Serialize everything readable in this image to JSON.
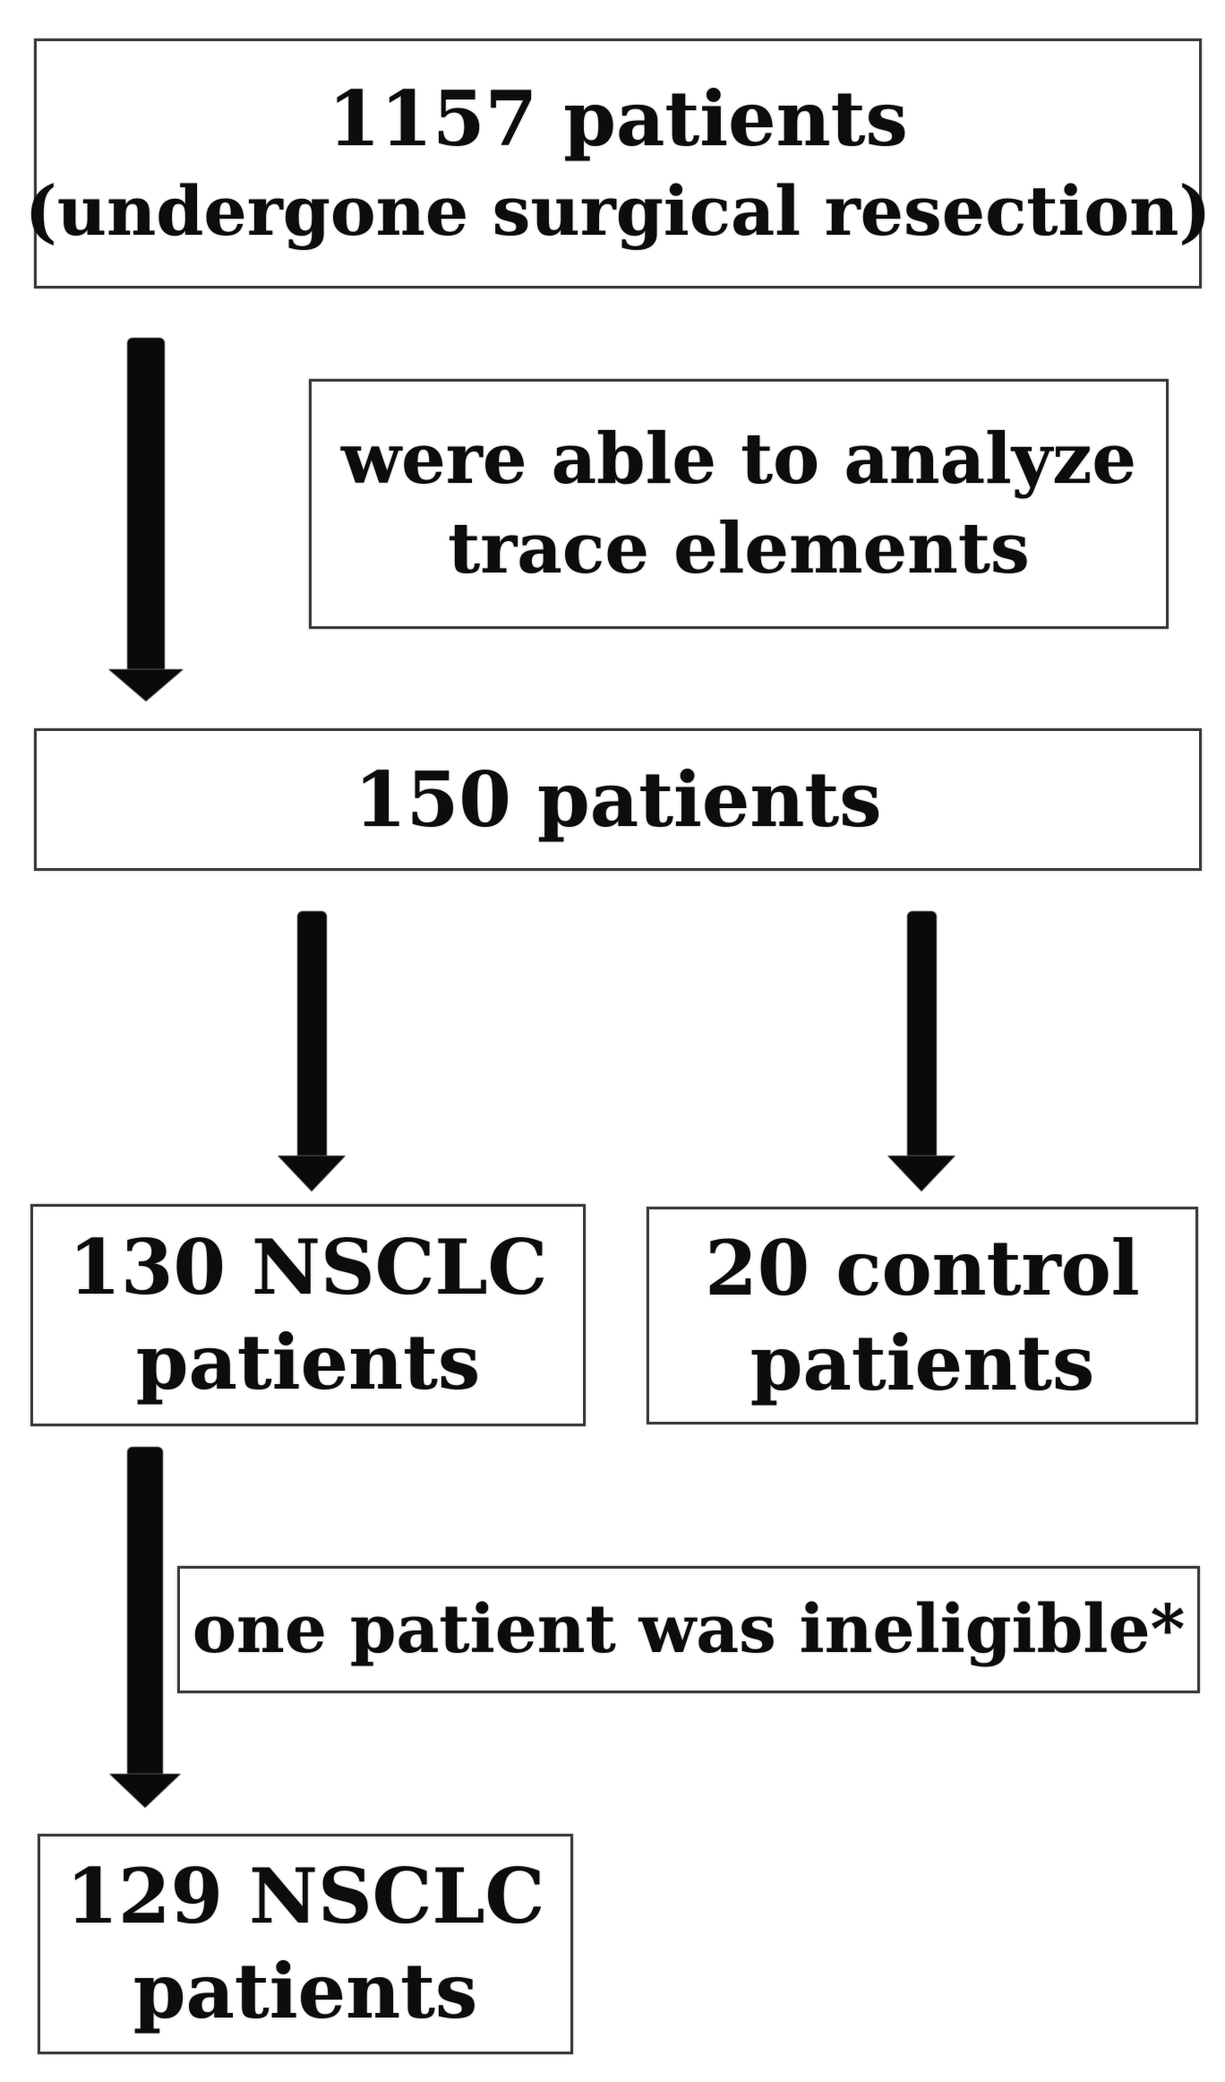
{
  "colors": {
    "background": "#ffffff",
    "box_border": "#3d3d3d",
    "text": "#0d0d0d",
    "arrow": "#0a0a0a"
  },
  "nodes": {
    "start": {
      "line1": "1157 patients",
      "line2": "(undergone surgical resection)"
    },
    "trace_note": {
      "line1": "were able to analyze",
      "line2": "trace elements"
    },
    "analyzed": {
      "line1": "150 patients"
    },
    "nsclc": {
      "line1": "130 NSCLC",
      "line2": "patients"
    },
    "control": {
      "line1": "20 control",
      "line2": "patients"
    },
    "ineligible_note": {
      "line1": "one patient was ineligible*"
    },
    "final": {
      "line1": "129 NSCLC",
      "line2": "patients"
    }
  }
}
